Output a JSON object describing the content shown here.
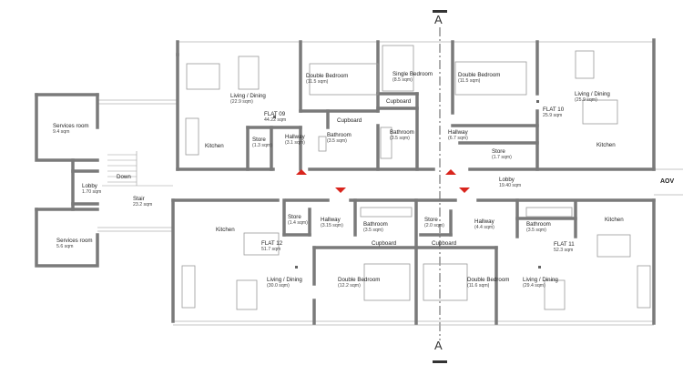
{
  "section_marker": "A",
  "aov_label": "AOV",
  "stair_direction": "Down",
  "rooms": {
    "services_room_top": {
      "name": "Services room",
      "area": "9.4 sqm"
    },
    "services_room_bottom": {
      "name": "Services room",
      "area": "5.6 sqm"
    },
    "core_lobby": {
      "name": "Lobby",
      "area": "1.70 sqm"
    },
    "stair": {
      "name": "Stair",
      "area": "23.2 sqm"
    },
    "main_lobby": {
      "name": "Lobby",
      "area": "19.40 sqm"
    },
    "flat09": {
      "name": "FLAT 09",
      "area": "44.22 sqm"
    },
    "flat09_living": {
      "name": "Living / Dining",
      "area": "(22.9 sqm)"
    },
    "flat09_bedroom": {
      "name": "Double Bedroom",
      "area": "(11.5 sqm)"
    },
    "flat09_kitchen": {
      "name": "Kitchen"
    },
    "flat09_store": {
      "name": "Store",
      "area": "(1.3 sqm)"
    },
    "flat09_hallway": {
      "name": "Hallway",
      "area": "(3.1 sqm)"
    },
    "flat09_bathroom": {
      "name": "Bathroom",
      "area": "(3.5 sqm)"
    },
    "flat09_cupboard": {
      "name": "Cupboard"
    },
    "single_bedroom": {
      "name": "Single Bedroom",
      "area": "(8.5 sqm)"
    },
    "top_cupboard": {
      "name": "Cupboard"
    },
    "flat10_bathroom": {
      "name": "Bathroom",
      "area": "(3.5 sqm)"
    },
    "flat10_hallway": {
      "name": "Hallway",
      "area": "(6.7 sqm)"
    },
    "flat10_store": {
      "name": "Store",
      "area": "(1.7 sqm)"
    },
    "flat10_bedroom": {
      "name": "Double Bedroom",
      "area": "(11.5 sqm)"
    },
    "flat10": {
      "name": "FLAT 10",
      "area": "25.9 sqm"
    },
    "flat10_living": {
      "name": "Living / Dining",
      "area": "(25.9 sqm)"
    },
    "flat10_kitchen": {
      "name": "Kitchen"
    },
    "flat12": {
      "name": "FLAT 12",
      "area": "51.7 sqm"
    },
    "flat12_kitchen": {
      "name": "Kitchen"
    },
    "flat12_store": {
      "name": "Store",
      "area": "(1.4 sqm)"
    },
    "flat12_hallway": {
      "name": "Hallway",
      "area": "(3.15 sqm)"
    },
    "flat12_bathroom": {
      "name": "Bathroom",
      "area": "(3.5 sqm)"
    },
    "flat12_cupboard": {
      "name": "Cupboard"
    },
    "flat12_living": {
      "name": "Living / Dining",
      "area": "(30.0 sqm)"
    },
    "flat12_bedroom": {
      "name": "Double Bedroom",
      "area": "(12.2 sqm)"
    },
    "flat11_store": {
      "name": "Store",
      "area": "(2.0 sqm)"
    },
    "flat11_cupboard": {
      "name": "Cupboard"
    },
    "flat11_hallway": {
      "name": "Hallway",
      "area": "(4.4 sqm)"
    },
    "flat11_bathroom": {
      "name": "Bathroom",
      "area": "(3.5 sqm)"
    },
    "flat11_kitchen": {
      "name": "Kitchen"
    },
    "flat11": {
      "name": "FLAT 11",
      "area": "52.3 sqm"
    },
    "flat11_living": {
      "name": "Living / Dining",
      "area": "(29.4 sqm)"
    },
    "flat11_bedroom": {
      "name": "Double Bedroom",
      "area": "(11.6 sqm)"
    }
  },
  "colors": {
    "wall": "#7a7a7a",
    "furniture": "#9a9a9a",
    "thin_line": "#b0b0b0",
    "arrow": "#d9251d",
    "text": "#222222"
  }
}
